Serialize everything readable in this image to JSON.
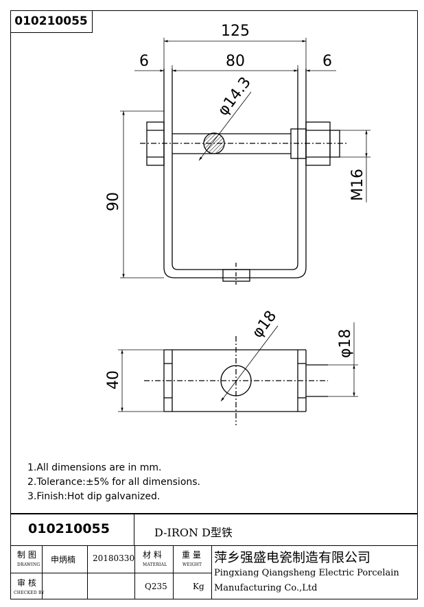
{
  "header": {
    "drawing_number": "010210055"
  },
  "dimensions": {
    "overall_width": "125",
    "left_leg": "6",
    "inner_width": "80",
    "right_leg": "6",
    "hole_top": "φ14.3",
    "thread": "M16",
    "height": "90",
    "depth": "40",
    "hole_bottom": "φ18",
    "boss_dia": "φ18"
  },
  "notes": [
    "1.All dimensions are in mm.",
    "2.Tolerance:±5% for all dimensions.",
    "3.Finish:Hot dip galvanized."
  ],
  "title_block": {
    "code": "010210055",
    "part_name": "D-IRON D型铁",
    "drawing_label": "制 图",
    "drawing_label_en": "DRAWING",
    "drawer": "申炳楠",
    "date": "20180330",
    "material_label": "材 料",
    "material_label_en": "MATERIAL",
    "weight_label": "重 量",
    "weight_label_en": "WEIGHT",
    "checked_label": "审 核",
    "checked_label_en": "CHECKED BY",
    "material": "Q235",
    "weight_unit": "Kg",
    "company_cn": "萍乡强盛电瓷制造有限公司",
    "company_en_1": "Pingxiang Qiangsheng Electric Porcelain",
    "company_en_2": "Manufacturing Co.,Ltd"
  }
}
